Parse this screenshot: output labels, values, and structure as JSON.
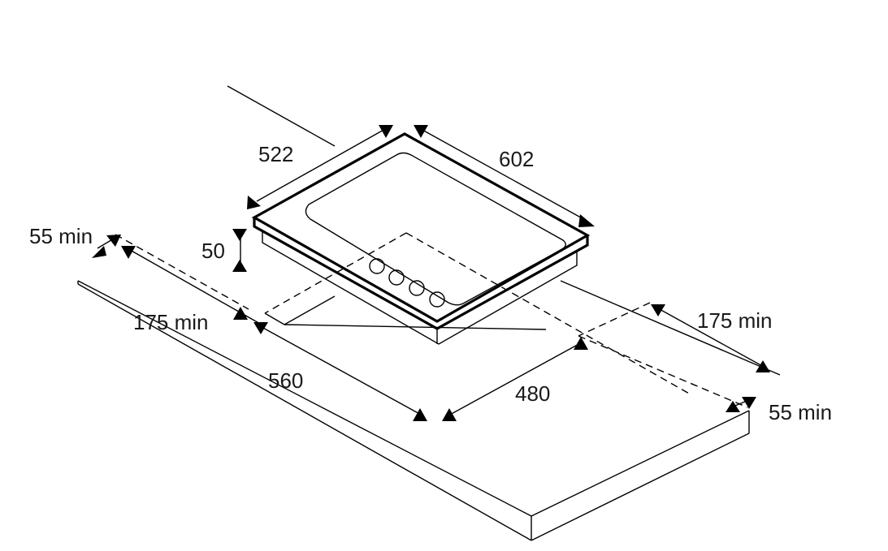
{
  "diagram": {
    "hob": {
      "depth": "522",
      "width": "602",
      "height": "50"
    },
    "cutout": {
      "depth": "480",
      "width": "560"
    },
    "clearances": {
      "front_left": "55 min",
      "left_side": "175 min",
      "right_side": "175 min",
      "back_right": "55 min"
    },
    "knob_count": 4
  }
}
